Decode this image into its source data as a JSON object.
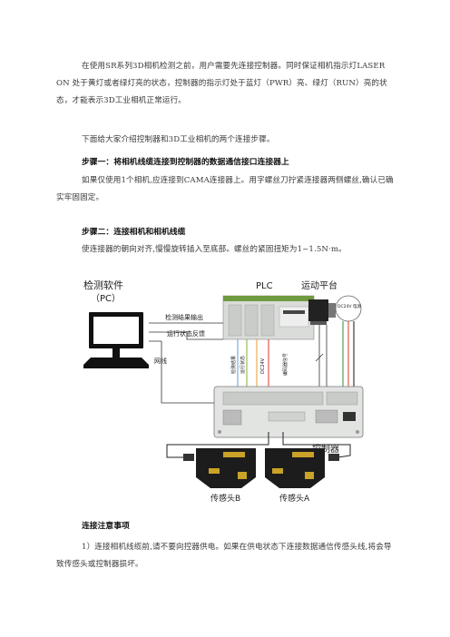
{
  "intro": "在使用SR系列3D相机检测之前，用户需要先连接控制器。同时保证相机指示灯LASER ON 处于黄灯或者绿灯亮的状态，控制器的指示灯处于蓝灯（PWR）亮、绿灯（RUN）亮的状态，才能表示3D工业相机正常运行。",
  "intro2": "下面给大家介绍控制器和3D工业相机的两个连接步骤。",
  "step1_title": "步骤一：将相机线缆连接到控制器的数据通信接口连接器上",
  "step1_body": "如果仅使用1个相机,应连接到CAMA连接器上。用字螺丝刀拧紧连接器两侧螺丝,确认已确实牢固固定。",
  "step2_title": "步骤二：连接相机和相机线缆",
  "step2_body": "使连接器的朝向对齐,慢慢旋转插入至底部。螺丝的紧固扭矩为1~1.5N·m。",
  "diagram": {
    "software": "检测软件",
    "software_sub": "（PC）",
    "plc": "PLC",
    "motion": "运动平台",
    "result_out": "检测结果输出",
    "status_fb": "运行状态反馈",
    "network": "网线",
    "controller": "控制器",
    "sensor_b": "传感头B",
    "sensor_a": "传感头A",
    "power": "DC24V 电源",
    "v1": "检测结果",
    "v2": "运行状态",
    "v3": "DC24V",
    "v4": "编码器信号"
  },
  "notes_title": "连接注意事项",
  "notes_body": "1）连接相机线缆前,请不要向控器供电。如果在供电状态下连接数据通信传感头线,将会导致传感头或控制器损坏。"
}
